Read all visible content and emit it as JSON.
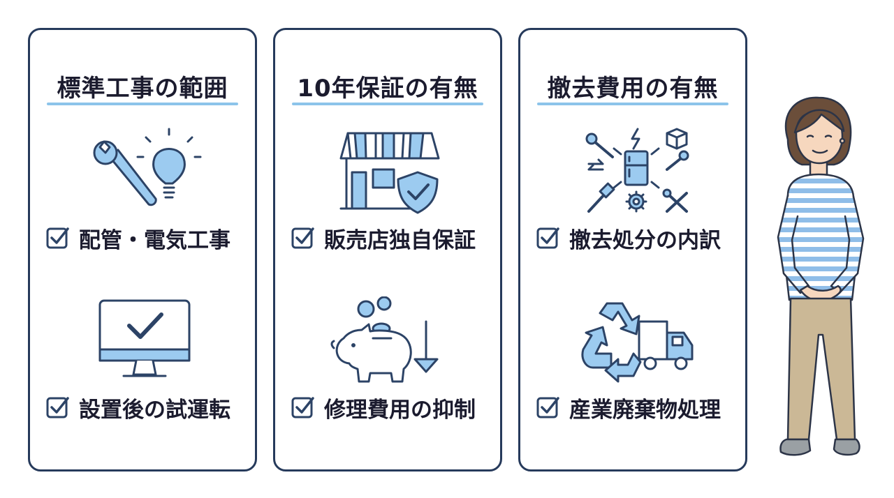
{
  "colors": {
    "border": "#263a5b",
    "accent_light": "#8cc4ea",
    "icon_fill": "#9ccbf0",
    "icon_stroke": "#2c4366",
    "text": "#1b1b2e"
  },
  "cards": [
    {
      "title": "標準工事の範囲",
      "items": [
        {
          "label": "配管・電気工事",
          "icon": "wrench-bulb-icon"
        },
        {
          "label": "設置後の試運転",
          "icon": "monitor-check-icon"
        }
      ]
    },
    {
      "title": "10年保証の有無",
      "items": [
        {
          "label": "販売店独自保証",
          "icon": "store-shield-icon"
        },
        {
          "label": "修理費用の抑制",
          "icon": "piggy-bank-icon"
        }
      ]
    },
    {
      "title": "撤去費用の有無",
      "items": [
        {
          "label": "撤去処分の内訳",
          "icon": "appliance-parts-icon"
        },
        {
          "label": "産業廃棄物処理",
          "icon": "recycle-truck-icon"
        }
      ]
    }
  ]
}
